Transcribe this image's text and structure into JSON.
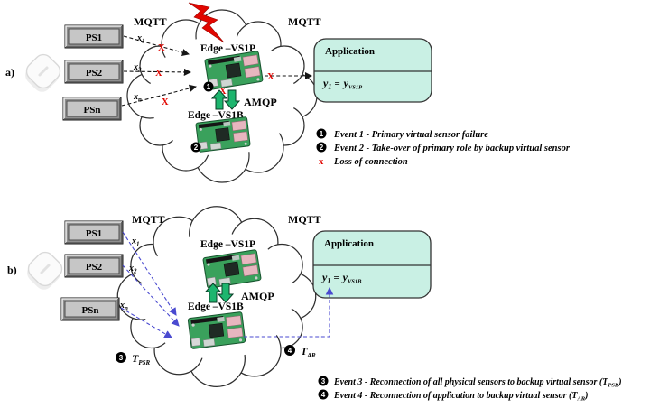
{
  "colors": {
    "failure_red": "#e10600",
    "sync_green": "#1db56e",
    "reconnect_blue": "#4a4ad0",
    "app_box_fill": "#c9f0e4",
    "pi_board_green": "#3aa15c",
    "sensor_box_gray": "#c6c6c6"
  },
  "panel_a": {
    "label": "a)",
    "mqtt_left": "MQTT",
    "mqtt_right": "MQTT",
    "amqp": "AMQP",
    "sensors": [
      "PS1",
      "PS2",
      "PSn"
    ],
    "signals": [
      {
        "base": "x",
        "sub": "1"
      },
      {
        "base": "x",
        "sub": "2"
      },
      {
        "base": "x",
        "sub": "n"
      }
    ],
    "primary_label": "Edge –VS1P",
    "backup_label": "Edge –VS1B",
    "loss_mark": "X",
    "badge1": "1",
    "badge2": "2",
    "app": {
      "title": "Application",
      "y_base": "y",
      "y_sub": "1",
      "equals": "=",
      "rhs_base": "y",
      "rhs_sub": "VS1P"
    }
  },
  "panel_b": {
    "label": "b)",
    "mqtt_left": "MQTT",
    "mqtt_right": "MQTT",
    "amqp": "AMQP",
    "sensors": [
      "PS1",
      "PS2",
      "PSn"
    ],
    "signals": [
      {
        "base": "x",
        "sub": "1"
      },
      {
        "base": "x",
        "sub": "2"
      },
      {
        "base": "x",
        "sub": "n"
      }
    ],
    "primary_label": "Edge –VS1P",
    "backup_label": "Edge –VS1B",
    "badge3": "3",
    "badge4": "4",
    "t_psr": {
      "base": "T",
      "sub": "PSR"
    },
    "t_ar": {
      "base": "T",
      "sub": "AR"
    },
    "app": {
      "title": "Application",
      "y_base": "y",
      "y_sub": "1",
      "equals": "=",
      "rhs_base": "y",
      "rhs_sub": "VS1B"
    }
  },
  "legend_a": {
    "items": [
      {
        "badge": "1",
        "text": "Event 1 - Primary virtual sensor failure"
      },
      {
        "badge": "2",
        "text": "Event 2 - Take-over of primary role by backup virtual sensor"
      },
      {
        "mark": "x",
        "text": "Loss of connection"
      }
    ]
  },
  "legend_b": {
    "items": [
      {
        "badge": "3",
        "text": "Event 3 -  Reconnection of all physical sensors to backup virtual sensor (T",
        "sub": "PSR",
        "tail": ")"
      },
      {
        "badge": "4",
        "text": "Event 4 -  Reconnection of application to backup virtual sensor (T",
        "sub": "AR",
        "tail": ")"
      }
    ]
  }
}
